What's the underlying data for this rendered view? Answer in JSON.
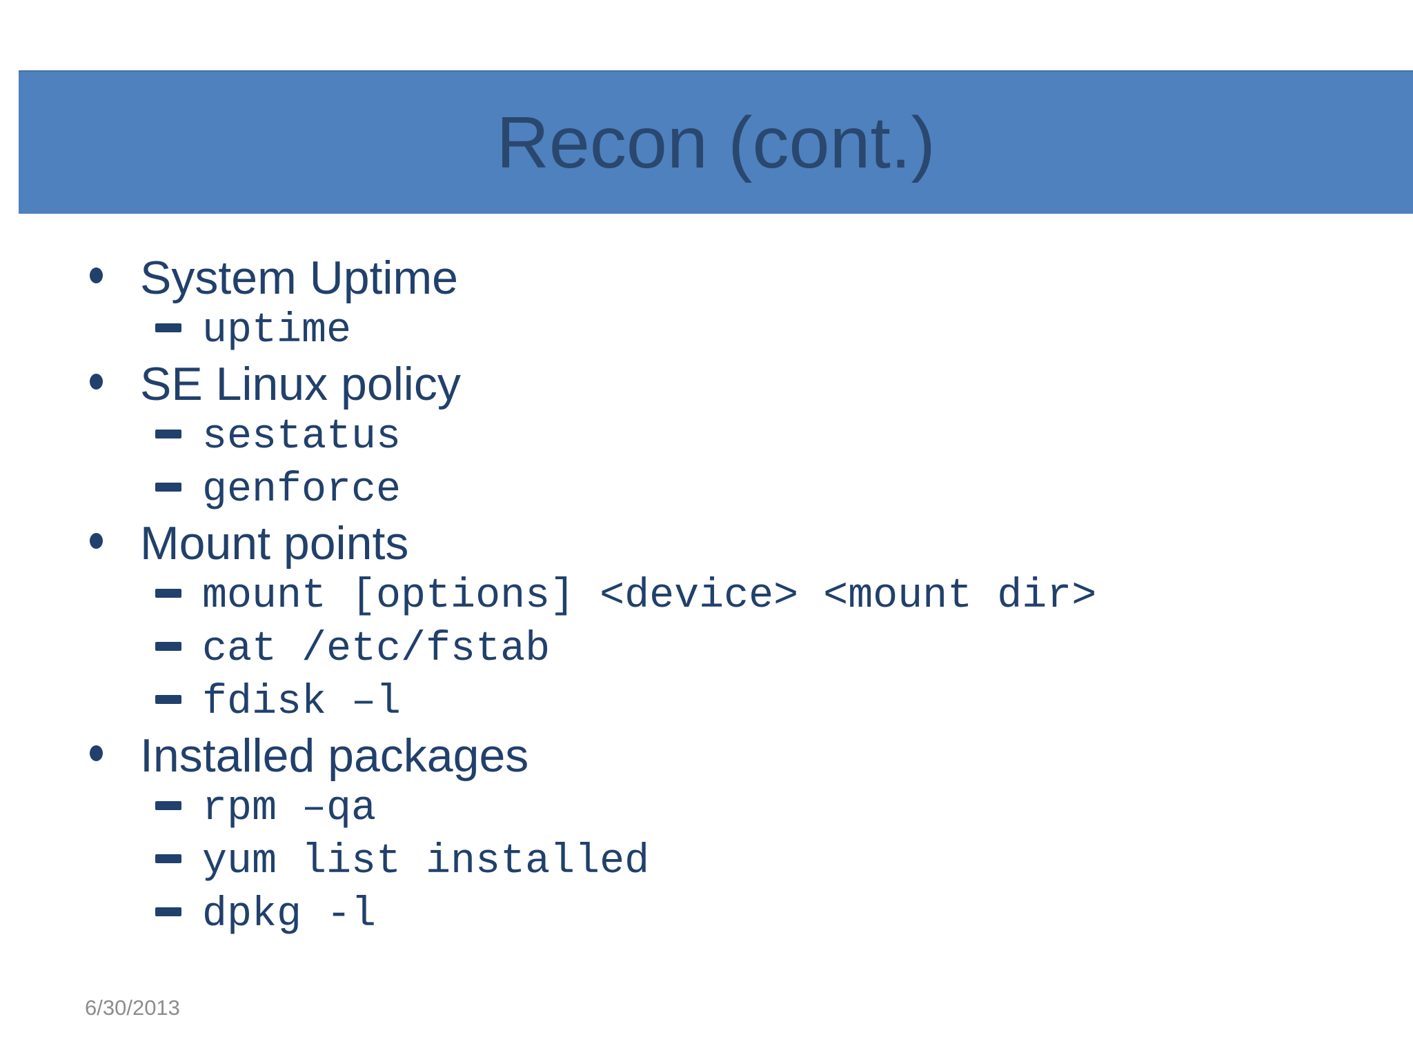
{
  "slide": {
    "title": "Recon (cont.)",
    "date": "6/30/2013",
    "colors": {
      "banner_background": "#4E81BD",
      "banner_top_border": "#4171A8",
      "title_text": "#2A476F",
      "body_text": "#21406B",
      "date_text": "#8C8C8C",
      "page_background": "#FFFFFF"
    },
    "icons": {
      "level1_bullet": "filled-circle-bullet",
      "level2_bullet": "dash-bullet"
    },
    "bullets": [
      {
        "label": "System Uptime",
        "commands": [
          "uptime"
        ]
      },
      {
        "label": "SE Linux policy",
        "commands": [
          "sestatus",
          "genforce"
        ]
      },
      {
        "label": "Mount points",
        "commands": [
          "mount [options] <device> <mount dir>",
          "cat /etc/fstab",
          "fdisk –l"
        ]
      },
      {
        "label": "Installed packages",
        "commands": [
          "rpm –qa",
          "yum list installed",
          "dpkg -l"
        ]
      }
    ]
  }
}
